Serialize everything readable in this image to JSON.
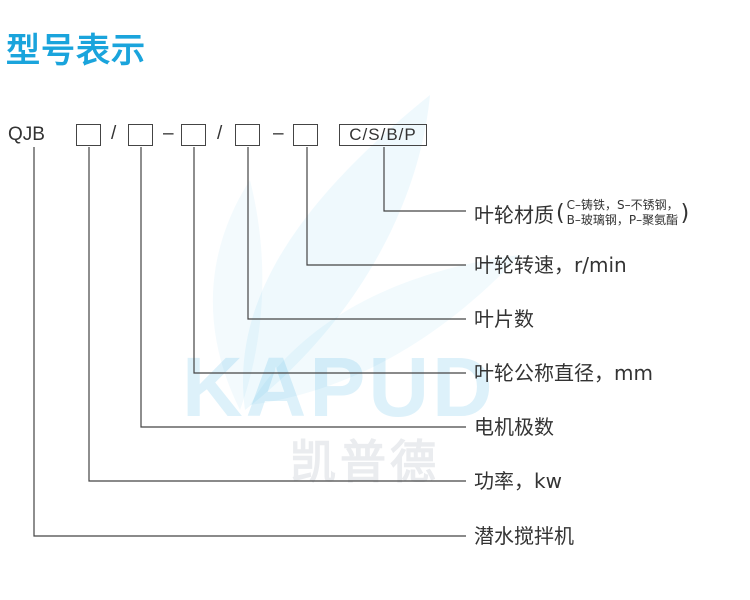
{
  "title": "型号表示",
  "watermark": {
    "brand": "KAPUD",
    "brand_cn": "凯普德"
  },
  "model_code": {
    "prefix": "QJB",
    "separators": [
      "/",
      "–",
      "/",
      "–"
    ],
    "material_options": "C/S/B/P"
  },
  "labels": {
    "material": "叶轮材质",
    "material_paren_open": "(",
    "material_paren_close": ")",
    "material_line1": "C–铸铁，S–不锈钢，",
    "material_line2": "B–玻璃钢，P–聚氨酯",
    "speed": "叶轮转速，r/min",
    "blades": "叶片数",
    "diameter": "叶轮公称直径，mm",
    "poles": "电机极数",
    "power": "功率，kw",
    "type": "潜水搅拌机"
  },
  "colors": {
    "title": "#1aa4dc",
    "line": "#444444",
    "text": "#333333"
  }
}
